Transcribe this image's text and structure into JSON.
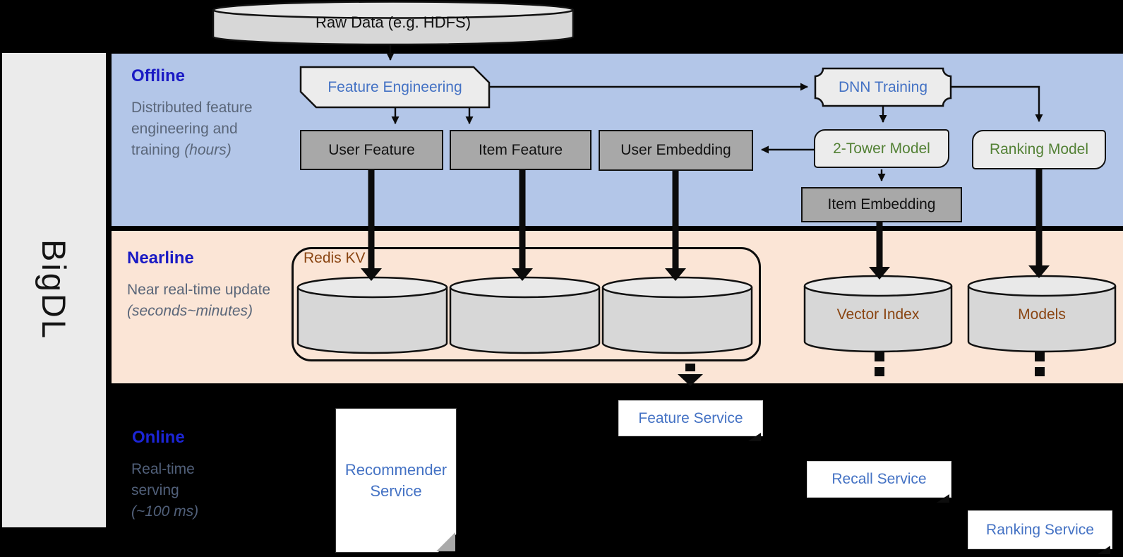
{
  "brand": {
    "label": "BigDL"
  },
  "source": {
    "label": "Raw Data (e.g. HDFS)"
  },
  "sections": {
    "offline": {
      "label": "Offline",
      "description": "Distributed feature engineering and training",
      "duration": "(hours)"
    },
    "nearline": {
      "label": "Nearline",
      "description": "Near real-time update",
      "duration": "(seconds~minutes)"
    },
    "online": {
      "label": "Online",
      "description": "Real-time serving",
      "duration": "(~100 ms)"
    }
  },
  "nodes": {
    "feature_engineering": {
      "label": "Feature Engineering"
    },
    "user_feature": {
      "label": "User Feature"
    },
    "item_feature": {
      "label": "Item Feature"
    },
    "user_embedding": {
      "label": "User Embedding"
    },
    "dnn_training": {
      "label": "DNN Training"
    },
    "two_tower_model": {
      "label": "2-Tower Model"
    },
    "ranking_model": {
      "label": "Ranking Model"
    },
    "item_embedding": {
      "label": "Item Embedding"
    },
    "redis_kv": {
      "label": "Redis KV"
    },
    "vector_index": {
      "label": "Vector Index"
    },
    "models": {
      "label": "Models"
    },
    "recommender_service": {
      "label": "Recommender Service"
    },
    "feature_service": {
      "label": "Feature Service"
    },
    "recall_service": {
      "label": "Recall Service"
    },
    "ranking_service": {
      "label": "Ranking Service"
    }
  },
  "colors": {
    "offline_band": "#b3c6e8",
    "nearline_band": "#fbe5d6",
    "section_title_blue": "#1a1ac4",
    "section_desc_gray": "#5a6679",
    "node_text_blue": "#4472c4",
    "node_text_green": "#538135",
    "node_text_brown": "#8a4512",
    "gray_box_fill": "#a8a8a8",
    "light_box_fill": "#ececec",
    "cylinder_fill": "#d7d7d7"
  }
}
